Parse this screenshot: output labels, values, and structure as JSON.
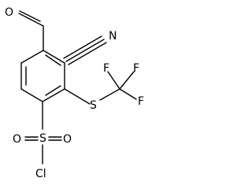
{
  "molecule": {
    "atoms": {
      "aldehyde_oxygen": "O",
      "nitrile_nitrogen": "N",
      "sulfur_thioether": "S",
      "fluorine_1": "F",
      "fluorine_2": "F",
      "fluorine_3": "F",
      "sulfonyl_sulfur": "S",
      "sulfonyl_oxygen_left": "O",
      "sulfonyl_oxygen_right": "O",
      "chlorine": "Cl"
    }
  }
}
